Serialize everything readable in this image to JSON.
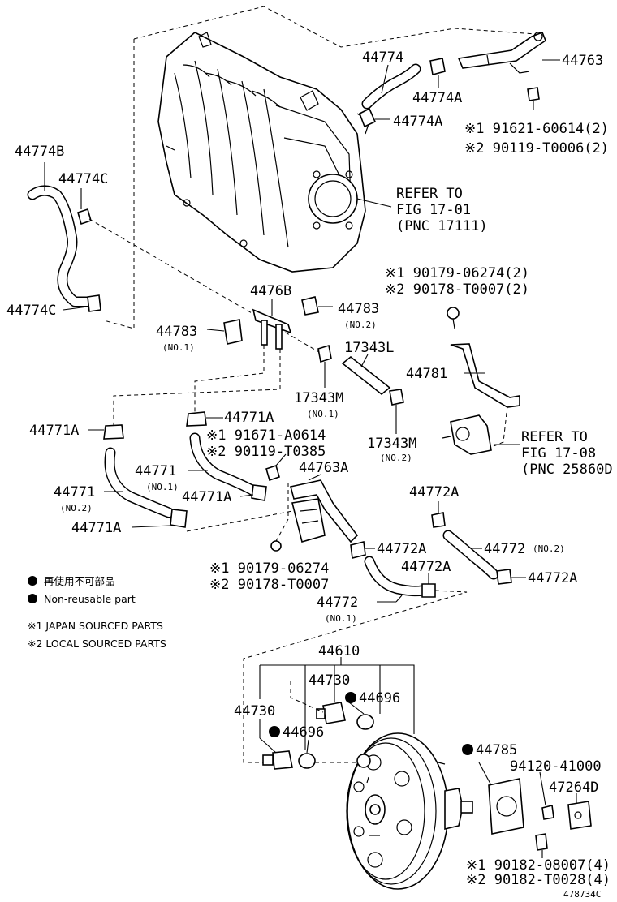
{
  "callouts": {
    "c44774": "44774",
    "c44774A_1": "44774A",
    "c44774A_2": "44774A",
    "c44763": "44763",
    "c91621": "※1 91621-60614(2)",
    "c90119": "※2 90119-T0006(2)",
    "c44774B": "44774B",
    "c44774C_top": "44774C",
    "c44774C_bot": "44774C",
    "ref1_line1": "REFER TO",
    "ref1_line2": "FIG 17-01",
    "ref1_line3": "(PNC 17111)",
    "c90179_top": "※1 90179-06274(2)",
    "c90178_top": "※2 90178-T0007(2)",
    "c4476B": "4476B",
    "c44783_no1": "44783",
    "c44783_no1_sub": "(NO.1)",
    "c44783_no2": "44783",
    "c44783_no2_sub": "(NO.2)",
    "c17343L": "17343L",
    "c44781": "44781",
    "c17343M_no1": "17343M",
    "c17343M_no1_sub": "(NO.1)",
    "c17343M_no2": "17343M",
    "c17343M_no2_sub": "(NO.2)",
    "c44771A_left": "44771A",
    "c44771A_mid": "44771A",
    "c91671": "※1 91671-A0614",
    "c90119_2": "※2 90119-T0385",
    "ref2_line1": "REFER TO",
    "ref2_line2": "FIG 17-08",
    "ref2_line3": "(PNC 25860D",
    "c44771_no1": "44771",
    "c44771_no1_sub": "(NO.1)",
    "c44763A": "44763A",
    "c44771_no2": "44771",
    "c44771_no2_sub": "(NO.2)",
    "c44771A_3": "44771A",
    "c44771A_4": "44771A",
    "c44772A_1": "44772A",
    "c44772A_2": "44772A",
    "c44772_no2": "44772",
    "c44772_no2_sub": "(NO.2)",
    "c44772A_3": "44772A",
    "c44772A_4": "44772A",
    "c90179_mid": "※1 90179-06274",
    "c90178_mid": "※2 90178-T0007",
    "c44772_no1": "44772",
    "c44772_no1_sub": "(NO.1)",
    "c44610": "44610",
    "c44730_1": "44730",
    "c44730_2": "44730",
    "c44696_1": "44696",
    "c44696_2": "44696",
    "c44785": "44785",
    "c94120": "94120-41000",
    "c47264D": "47264D",
    "c90182_1": "※1 90182-08007(4)",
    "c90182_2": "※2 90182-T0028(4)"
  },
  "legend": {
    "jp": "再使用不可部品",
    "en": "Non-reusable part",
    "src1": "※1 JAPAN SOURCED PARTS",
    "src2": "※2 LOCAL SOURCED PARTS"
  },
  "figure_id": "478734C"
}
